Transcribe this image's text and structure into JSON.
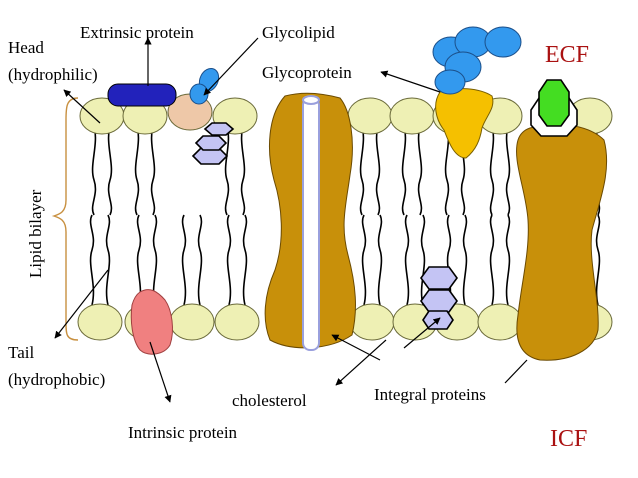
{
  "labels": {
    "extrinsic_protein": "Extrinsic protein",
    "glycolipid": "Glycolipid",
    "head_line1": "Head",
    "head_line2": "(hydrophilic)",
    "glycoprotein": "Glycoprotein",
    "lipid_bilayer": "Lipid bilayer",
    "tail_line1": "Tail",
    "tail_line2": "(hydrophobic)",
    "cholesterol": "cholesterol",
    "integral_proteins": "Integral proteins",
    "intrinsic_protein": "Intrinsic protein",
    "ecf": "ECF",
    "icf": "ICF"
  },
  "colors": {
    "lipid_head": "#eef0b4",
    "integral_protein": "#c8900a",
    "extrinsic_protein": "#2222bb",
    "glycolipid_sugar": "#3399ee",
    "glycoprotein_sugar": "#3399ee",
    "glycoprotein_base": "#f5c000",
    "intrinsic_protein": "#f08080",
    "glycolipid_head": "#eec8a8",
    "hexagon": "#c4c4f4",
    "green_marker": "#44dd22",
    "region_text": "#aa1111"
  }
}
